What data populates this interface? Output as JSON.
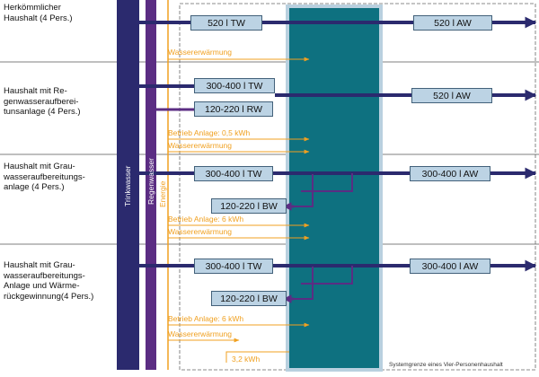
{
  "rows": [
    {
      "label": "Herkömmlicher\nHaushalt (4 Pers.)"
    },
    {
      "label": "Haushalt mit Re-\ngenwasseraufberei-\ntunsanlage (4 Pers.)"
    },
    {
      "label": "Haushalt mit Grau-\nwasseraufbereitungs-\nanlage (4 Pers.)"
    },
    {
      "label": "Haushalt mit Grau-\nwasseraufbereitungs-\nAnlage und Wärme-\nrückgewinnung(4 Pers.)"
    }
  ],
  "vertical": {
    "trinkwasser": "Trinkwasser",
    "regenwasser": "Regenwasser",
    "energie": "Energie"
  },
  "boxes": {
    "r1_tw": "520 l TW",
    "r1_aw": "520 l AW",
    "r2_tw": "300-400 l TW",
    "r2_rw": "120-220 l RW",
    "r2_aw": "520 l AW",
    "r3_tw": "300-400 l TW",
    "r3_bw": "120-220 l BW",
    "r3_aw": "300-400 l AW",
    "r4_tw": "300-400 l TW",
    "r4_bw": "120-220 l BW",
    "r4_aw": "300-400 l AW"
  },
  "energy": {
    "r1_ww": "Wassererwärmung",
    "r2_betrieb": "Betrieb Anlage: 0,5 kWh",
    "r2_ww": "Wassererwärmung",
    "r3_betrieb": "Betrieb Anlage: 6 kWh",
    "r3_ww": "Wassererwärmung",
    "r4_betrieb": "Betrieb Anlage: 6 kWh",
    "r4_ww": "Wassererwärmung",
    "r4_kwh": "3,2 kWh"
  },
  "footer": "Systemgrenze eines Vier-Personenhaushalt",
  "colors": {
    "trinkwasser": "#2b2a6e",
    "regenwasser": "#5b2d83",
    "energie": "#f0a020",
    "box_fill": "#bcd3e4",
    "household": "#0e7180",
    "household_border": "#b9d0df"
  }
}
